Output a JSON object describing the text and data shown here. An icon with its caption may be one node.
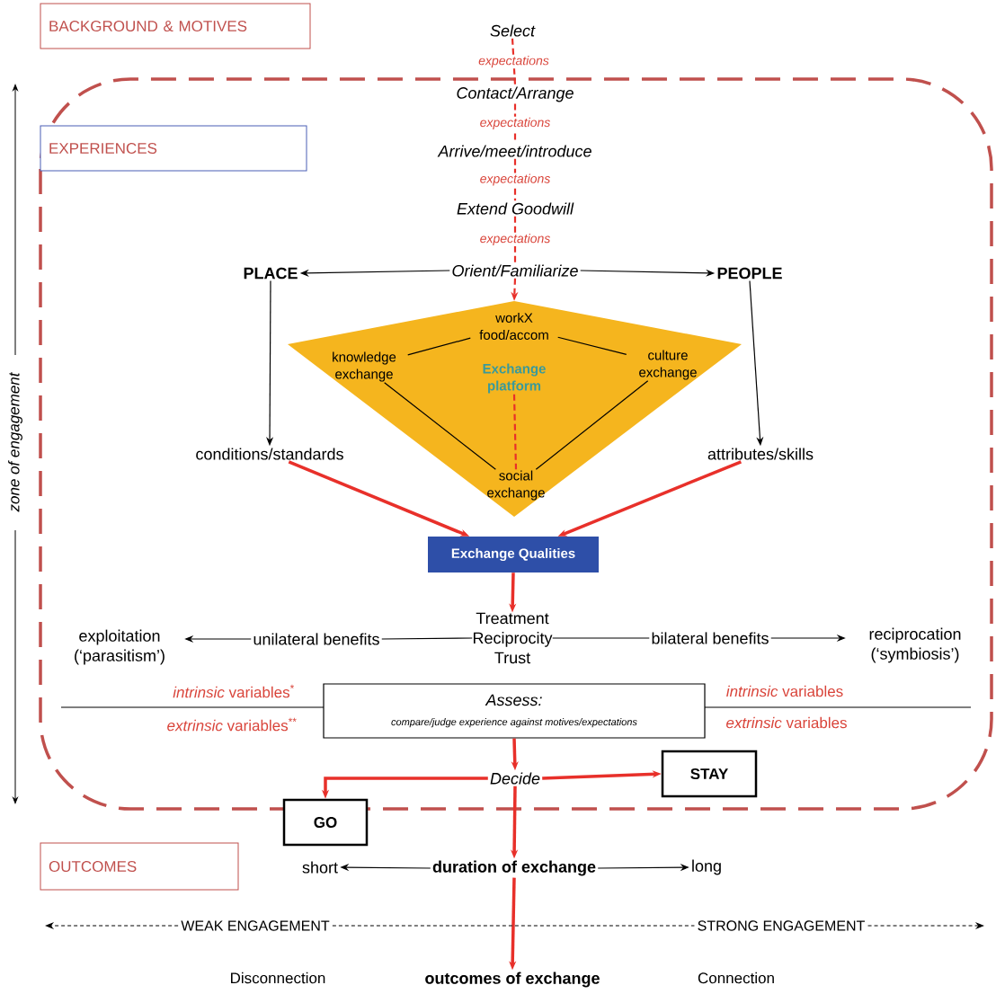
{
  "diagram": {
    "nodes": [
      {
        "text": [
          "BACKGROUND & MOTIVES"
        ]
      },
      {
        "text": [
          "EXPERIENCES"
        ]
      },
      {
        "text": [
          "Select"
        ]
      },
      {
        "text": [
          "Contact/Arrange"
        ]
      },
      {
        "text": [
          "Arrive/meet/introduce"
        ]
      },
      {
        "text": [
          "Extend Goodwill"
        ]
      },
      {
        "text": [
          "Orient/Familiarize"
        ]
      },
      {
        "text": [
          "PLACE"
        ]
      },
      {
        "text": [
          "PEOPLE"
        ]
      },
      {
        "text": [],
        "shape": "diamond"
      },
      {
        "text": [
          "workX food/accom"
        ],
        "in": 9
      },
      {
        "text": [
          "knowledge exchange"
        ],
        "in": 9
      },
      {
        "text": [
          "culture exchange"
        ],
        "in": 9
      },
      {
        "text": [
          "Exchange platform"
        ],
        "in": 9
      },
      {
        "text": [
          "social exchange"
        ],
        "in": 9
      },
      {
        "text": [
          "conditions/standards"
        ]
      },
      {
        "text": [
          "attributes/skills"
        ]
      },
      {
        "text": [
          "Exchange Qualities"
        ]
      },
      {
        "text": [
          "Treatment",
          "Reciprocity",
          "Trust"
        ]
      },
      {
        "text": [
          "unilateral benefits"
        ]
      },
      {
        "text": [
          "exploitation (‘parasitism’)"
        ]
      },
      {
        "text": [
          "bilateral benefits"
        ]
      },
      {
        "text": [
          "reciprocation (‘symbiosis’)"
        ]
      },
      {
        "text": [
          "Assess:",
          "compare/judge experience  against motives/expectations"
        ]
      },
      {
        "text": [
          "Decide"
        ]
      },
      {
        "text": [
          "STAY"
        ]
      },
      {
        "text": [
          "GO"
        ]
      },
      {
        "text": [
          "OUTCOMES"
        ]
      },
      {
        "text": [
          "duration of exchange"
        ]
      },
      {
        "text": [
          "short"
        ]
      },
      {
        "text": [
          "long"
        ]
      },
      {
        "text": [
          "WEAK ENGAGEMENT"
        ]
      },
      {
        "text": [
          "STRONG ENGAGEMENT"
        ]
      },
      {
        "text": [
          "outcomes of exchange"
        ]
      }
    ],
    "edges": [
      {
        "from": 2,
        "to": 3,
        "arrow": "none",
        "label": "expectations",
        "style": "dashed",
        "color": "#e8302a"
      },
      {
        "from": 3,
        "to": 4,
        "arrow": "none",
        "label": "expectations",
        "style": "dashed",
        "color": "#e8302a"
      },
      {
        "from": 4,
        "to": 5,
        "arrow": "none",
        "label": "expectations",
        "style": "dashed",
        "color": "#e8302a"
      },
      {
        "from": 5,
        "to": 6,
        "arrow": "none",
        "label": "expectations",
        "style": "dashed",
        "color": "#e8302a"
      },
      {
        "from": 6,
        "to": 9,
        "arrow": "to",
        "style": "dashed",
        "color": "#e8302a"
      },
      {
        "from": 6,
        "to": 7,
        "arrow": "to"
      },
      {
        "from": 6,
        "to": 8,
        "arrow": "to"
      },
      {
        "from": 7,
        "to": 15,
        "arrow": "to"
      },
      {
        "from": 8,
        "to": 16,
        "arrow": "to"
      },
      {
        "from": 10,
        "to": 11,
        "arrow": "none"
      },
      {
        "from": 10,
        "to": 12,
        "arrow": "none"
      },
      {
        "from": 11,
        "to": 14,
        "arrow": "none"
      },
      {
        "from": 12,
        "to": 14,
        "arrow": "none"
      },
      {
        "from": 13,
        "to": 14,
        "arrow": "none",
        "style": "dashed",
        "color": "#e8302a"
      },
      {
        "from": 15,
        "to": 17,
        "arrow": "to",
        "style": "thick",
        "color": "#e8302a"
      },
      {
        "from": 16,
        "to": 17,
        "arrow": "to",
        "style": "thick",
        "color": "#e8302a"
      },
      {
        "from": 17,
        "to": 18,
        "arrow": "to",
        "style": "thick",
        "color": "#e8302a"
      },
      {
        "from": 18,
        "to": 19,
        "arrow": "none"
      },
      {
        "from": 19,
        "to": 20,
        "arrow": "to"
      },
      {
        "from": 18,
        "to": 21,
        "arrow": "none"
      },
      {
        "from": 21,
        "to": 22,
        "arrow": "to"
      },
      {
        "from": 23,
        "to": 24,
        "arrow": "to",
        "style": "thick",
        "color": "#e8302a"
      },
      {
        "from": 24,
        "to": 25,
        "arrow": "to",
        "style": "thick",
        "color": "#e8302a"
      },
      {
        "from": 24,
        "to": 26,
        "arrow": "to",
        "style": "thick",
        "color": "#e8302a"
      },
      {
        "from": 24,
        "to": 28,
        "arrow": "to",
        "style": "thick",
        "color": "#e8302a"
      },
      {
        "from": 28,
        "to": 33,
        "arrow": "to",
        "style": "thick",
        "color": "#e8302a"
      },
      {
        "from": 28,
        "to": 29,
        "arrow": "to"
      },
      {
        "from": 28,
        "to": 30,
        "arrow": "to"
      },
      {
        "from": 31,
        "to": null,
        "arrow": "to",
        "style": "dashed"
      },
      {
        "from": 31,
        "to": 32,
        "arrow": "none",
        "style": "dashed"
      },
      {
        "from": 32,
        "to": null,
        "arrow": "to",
        "style": "dashed"
      }
    ],
    "labels": [
      "zone of engagement",
      "*intrinsic* variables$^{*}$",
      "*intrinsic* variables",
      "*extrinsic* variables$^{**}$",
      "*extrinsic* variables",
      "Disconnection",
      "Connection"
    ]
  }
}
